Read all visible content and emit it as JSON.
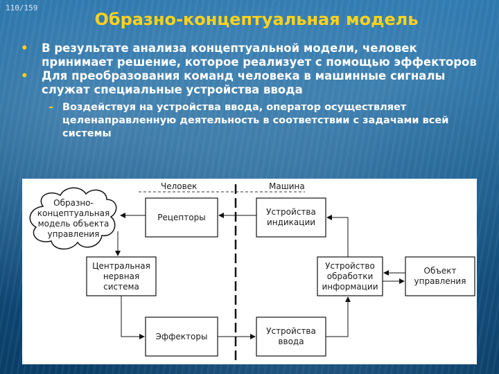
{
  "slide": {
    "counter": "110/159",
    "title": "Образно-концептуальная модель"
  },
  "bullets": [
    "В результате анализа концептуальной модели, человек принимает решение, которое реализует с помощью эффекторов",
    "Для преобразования команд человека в машинные сигналы служат специальные устройства ввода"
  ],
  "sub_bullet": "Воздействуя на устройства ввода, оператор осуществляет целенаправленную деятельность в соответствии с задачами всей системы",
  "diagram": {
    "header_human": "Человек",
    "header_machine": "Машина",
    "cloud": "Образно-концептуальная модель объекта управления",
    "receptors": "Рецепторы",
    "cns": "Центральная нервная система",
    "effectors": "Эффекторы",
    "indication": "Устройства индикации",
    "processing": "Устройство обработки информации",
    "object": "Объект управления",
    "input": "Устройства ввода"
  },
  "colors": {
    "title": "#ffd21c",
    "bullet_marker": "#ffd21c",
    "body_text": "#ffffff",
    "background": "#0e4f80"
  }
}
